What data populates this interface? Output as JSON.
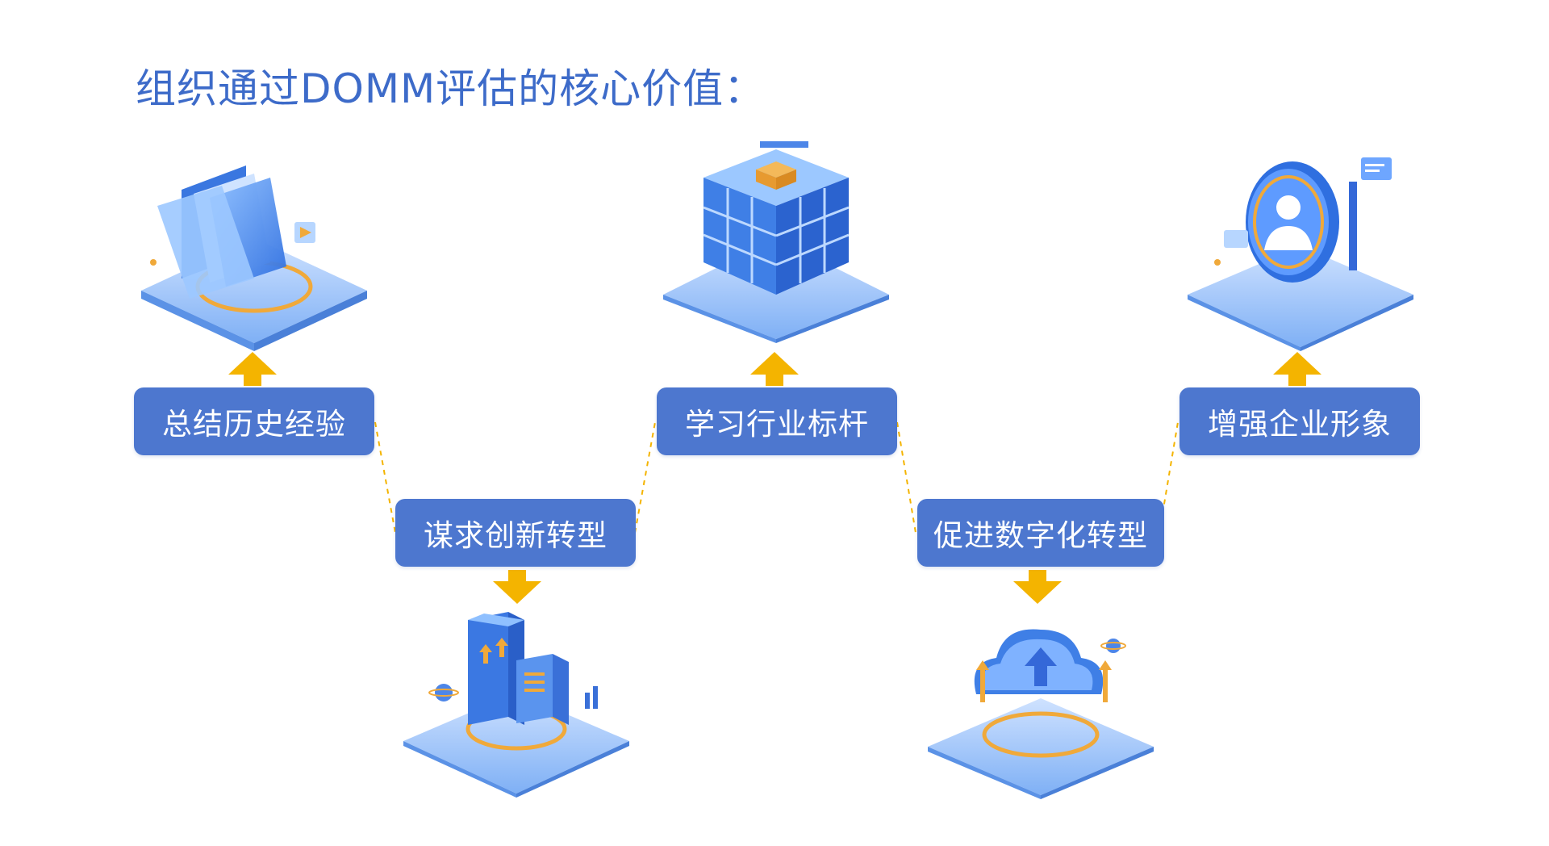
{
  "title": "组织通过DOMM评估的核心价值：",
  "colors": {
    "title": "#3d6bc9",
    "box": "#4d77cf",
    "arrow": "#f4b400",
    "connector": "#f4b400"
  },
  "steps": [
    {
      "label": "总结历史经验",
      "icon": "folder-icon",
      "arrow": "up"
    },
    {
      "label": "谋求创新转型",
      "icon": "server-building-icon",
      "arrow": "down"
    },
    {
      "label": "学习行业标杆",
      "icon": "cube-icon",
      "arrow": "up"
    },
    {
      "label": "促进数字化转型",
      "icon": "cloud-upload-icon",
      "arrow": "down"
    },
    {
      "label": "增强企业形象",
      "icon": "user-badge-icon",
      "arrow": "up"
    }
  ]
}
